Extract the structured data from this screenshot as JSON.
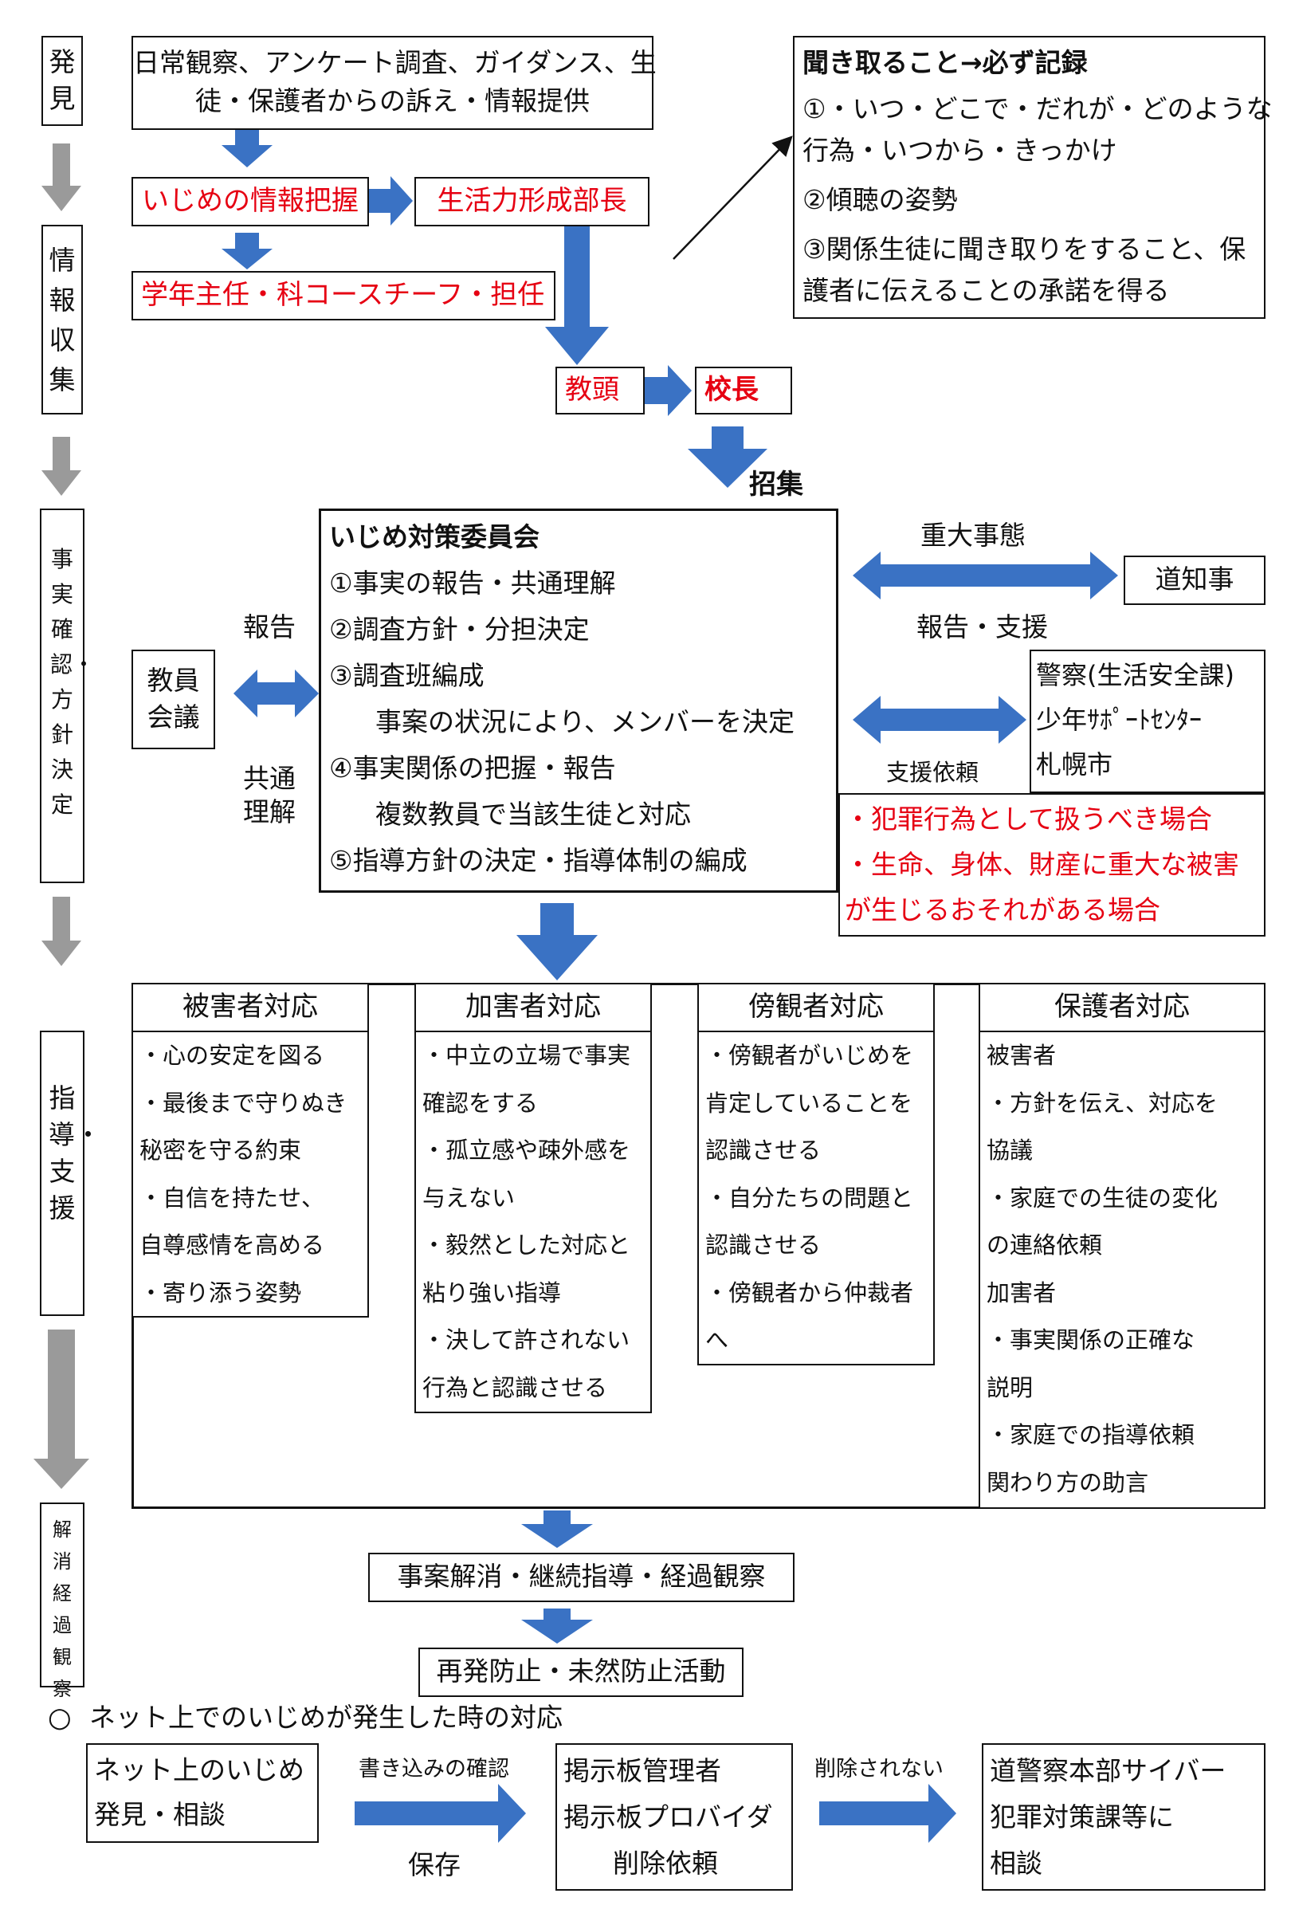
{
  "stages": {
    "discovery": "発見",
    "info": "情報収集",
    "fact": "事実確認・方針決定",
    "guidance": "指導・支援",
    "resolution": "解消経過観察"
  },
  "discovery_box": {
    "line1": "日常観察、アンケート調査、ガイダンス、生",
    "line2": "徒・保護者からの訴え・情報提供"
  },
  "info": {
    "grasp": "いじめの情報把握",
    "division_head": "生活力形成部長",
    "teachers": "学年主任・科コースチーフ・担任",
    "vice_principal": "教頭",
    "principal": "校長",
    "convene": "招集"
  },
  "listening": {
    "title": "聞き取ること→必ず記録",
    "item1_a": "①・いつ・どこで・だれが・どのような",
    "item1_b": "行為・いつから・きっかけ",
    "item2": "②傾聴の姿勢",
    "item3_a": "③関係生徒に聞き取りをすること、保",
    "item3_b": "護者に伝えることの承諾を得る"
  },
  "committee": {
    "title": "いじめ対策委員会",
    "item1": "①事実の報告・共通理解",
    "item2": "②調査方針・分担決定",
    "item3": "③調査班編成",
    "item3_sub": "事案の状況により、メンバーを決定",
    "item4": "④事実関係の把握・報告",
    "item4_sub": "複数教員で当該生徒と対応",
    "item5": "⑤指導方針の決定・指導体制の編成"
  },
  "staff_meeting": {
    "line1": "教員",
    "line2": "会議",
    "report": "報告",
    "shared_a": "共通",
    "shared_b": "理解"
  },
  "external": {
    "serious": "重大事態",
    "governor": "道知事",
    "report_support": "報告・支援",
    "support_request": "支援依頼",
    "police": "警察(生活安全課)",
    "youth_center": "少年ｻﾎﾟｰﾄｾﾝﾀｰ",
    "city": "札幌市",
    "cond1": "・犯罪行為として扱うべき場合",
    "cond2_a": "・生命、身体、財産に重大な被害",
    "cond2_b": "が生じるおそれがある場合"
  },
  "responses": {
    "victim": {
      "head": "被害者対応",
      "lines": [
        "・心の安定を図る",
        "・最後まで守りぬき",
        "秘密を守る約束",
        "・自信を持たせ、",
        "自尊感情を高める",
        "・寄り添う姿勢"
      ]
    },
    "offender": {
      "head": "加害者対応",
      "lines": [
        "・中立の立場で事実",
        "確認をする",
        "・孤立感や疎外感を",
        "与えない",
        "・毅然とした対応と",
        "粘り強い指導",
        "・決して許されない",
        "行為と認識させる"
      ]
    },
    "bystander": {
      "head": "傍観者対応",
      "lines": [
        "・傍観者がいじめを",
        "肯定していることを",
        "認識させる",
        "・自分たちの問題と",
        "認識させる",
        "・傍観者から仲裁者",
        "へ"
      ]
    },
    "guardian": {
      "head": "保護者対応",
      "lines": [
        "被害者",
        "・方針を伝え、対応を",
        "協議",
        "・家庭での生徒の変化",
        "の連絡依頼",
        "加害者",
        "・事実関係の正確な",
        "説明",
        "・家庭での指導依頼",
        "関わり方の助言"
      ]
    }
  },
  "resolution": {
    "step1": "事案解消・継続指導・経過観察",
    "step2": "再発防止・未然防止活動"
  },
  "net": {
    "heading": "ネット上でのいじめが発生した時の対応",
    "box1_a": "ネット上のいじめ",
    "box1_b": "発見・相談",
    "confirm": "書き込みの確認",
    "save": "保存",
    "box2_a": "掲示板管理者",
    "box2_b": "掲示板プロバイダ",
    "box2_c": "削除依頼",
    "not_deleted": "削除されない",
    "box3_a": "道警察本部サイバー",
    "box3_b": "犯罪対策課等に",
    "box3_c": "相談"
  },
  "colors": {
    "arrow_blue": "#3a72c4",
    "arrow_gray": "#9a9a9a",
    "text_red": "#e60012"
  }
}
